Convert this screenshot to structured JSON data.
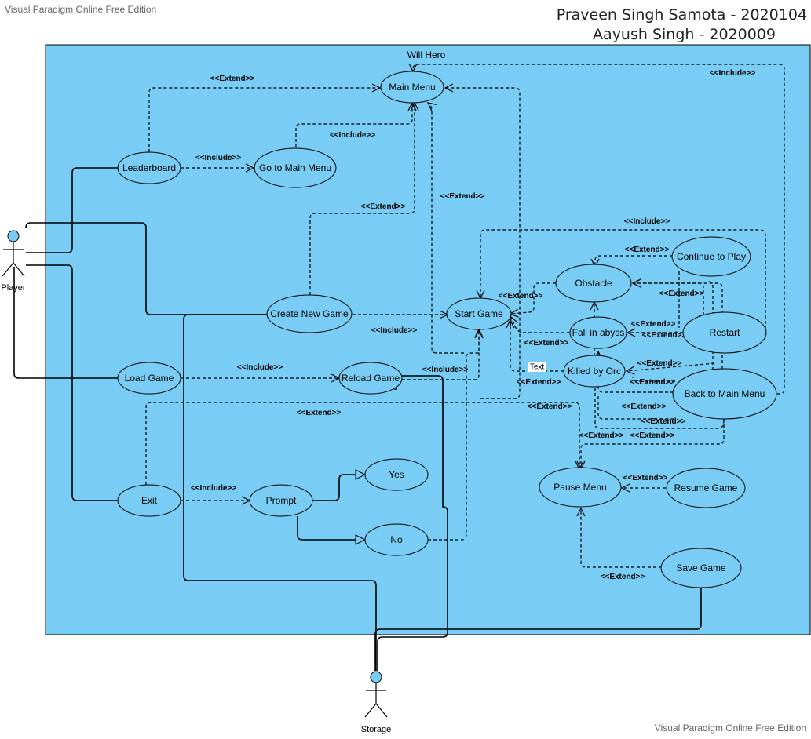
{
  "watermark_top": "Visual Paradigm Online Free Edition",
  "watermark_bottom": "Visual Paradigm Online Free Edition",
  "authors": [
    "Praveen Singh Samota - 2020104",
    "Aayush Singh - 2020009"
  ],
  "system_name": "Will Hero",
  "actors": {
    "player": "Player",
    "storage": "Storage"
  },
  "use_cases": {
    "main_menu": "Main Menu",
    "leaderboard": "Leaderboard",
    "go_to_main_menu": "Go to Main Menu",
    "create_new_game": "Create New Game",
    "start_game": "Start Game",
    "load_game": "Load Game",
    "reload_game": "Reload Game",
    "exit": "Exit",
    "prompt": "Prompt",
    "yes": "Yes",
    "no": "No",
    "obstacle": "Obstacle",
    "continue_to_play": "Continue to Play",
    "fall_in_abyss": "Fall in abyss",
    "restart": "Restart",
    "killed_by_orc": "Killed by Orc",
    "back_to_main_menu": "Back to Main Menu",
    "pause_menu": "Pause Menu",
    "resume_game": "Resume Game",
    "save_game": "Save Game"
  },
  "stereotypes": {
    "extend": "<<Extend>>",
    "include": "<<Include>>"
  },
  "note_text": "Text"
}
